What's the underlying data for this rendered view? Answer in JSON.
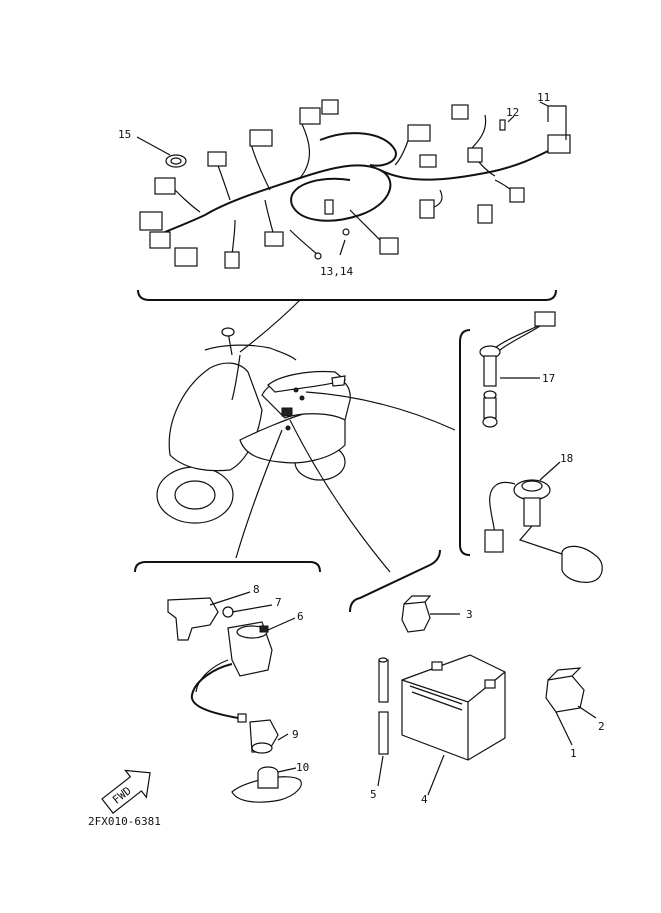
{
  "diagram": {
    "callouts": {
      "c1": "1",
      "c2": "2",
      "c3": "3",
      "c4": "4",
      "c5": "5",
      "c6": "6",
      "c7": "7",
      "c8": "8",
      "c9": "9",
      "c10": "10",
      "c11": "11",
      "c12": "12",
      "c13_14": "13,14",
      "c15": "15",
      "c17": "17",
      "c18": "18"
    },
    "fwd_label": "FWD",
    "drawing_code": "2FX010-6381"
  }
}
